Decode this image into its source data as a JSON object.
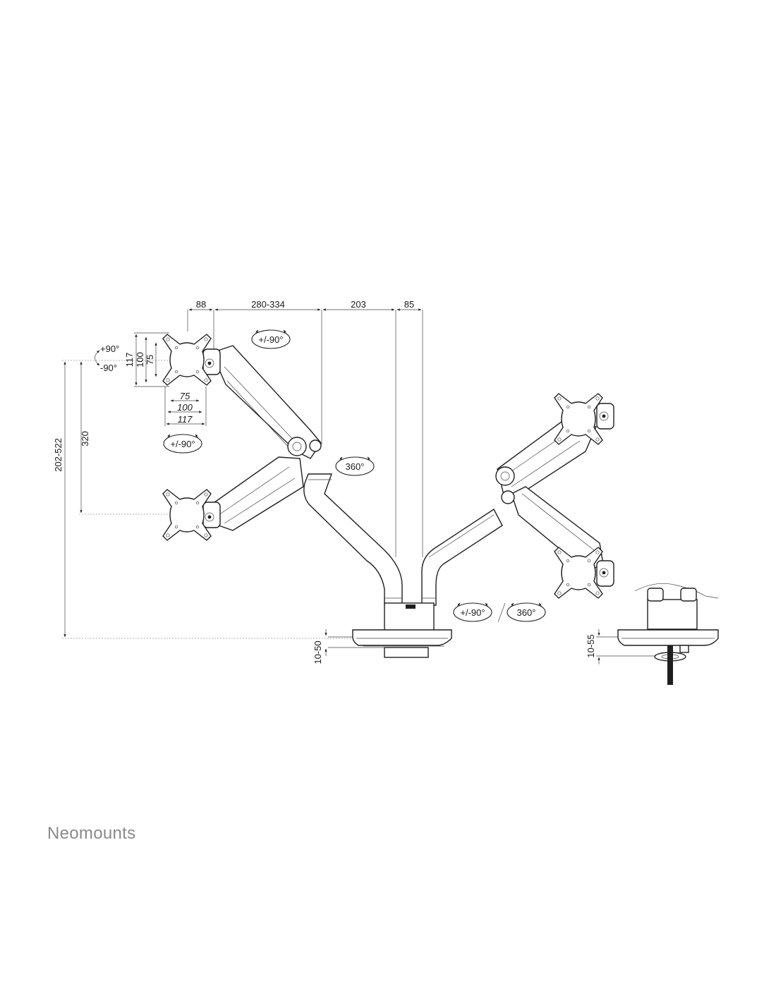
{
  "brand": {
    "name": "Neomounts"
  },
  "dimensions": {
    "w_88": "88",
    "w_280_334": "280-334",
    "w_203": "203",
    "w_85": "85",
    "h_117": "117",
    "h_100": "100",
    "h_75": "75",
    "v_75": "75",
    "v_100": "100",
    "v_117": "117",
    "h_202_522": "202-522",
    "h_320": "320",
    "clamp_10_50": "10-50",
    "grommet_10_55": "10-55"
  },
  "rotations": {
    "tilt_top": "+/-90°",
    "tilt_left": "+/-90°",
    "swivel_360_center": "360°",
    "tilt_bottom": "+/-90°",
    "swivel_360_bottom": "360°",
    "separator": "/",
    "tilt_up": "+90°",
    "tilt_down": "-90°"
  }
}
